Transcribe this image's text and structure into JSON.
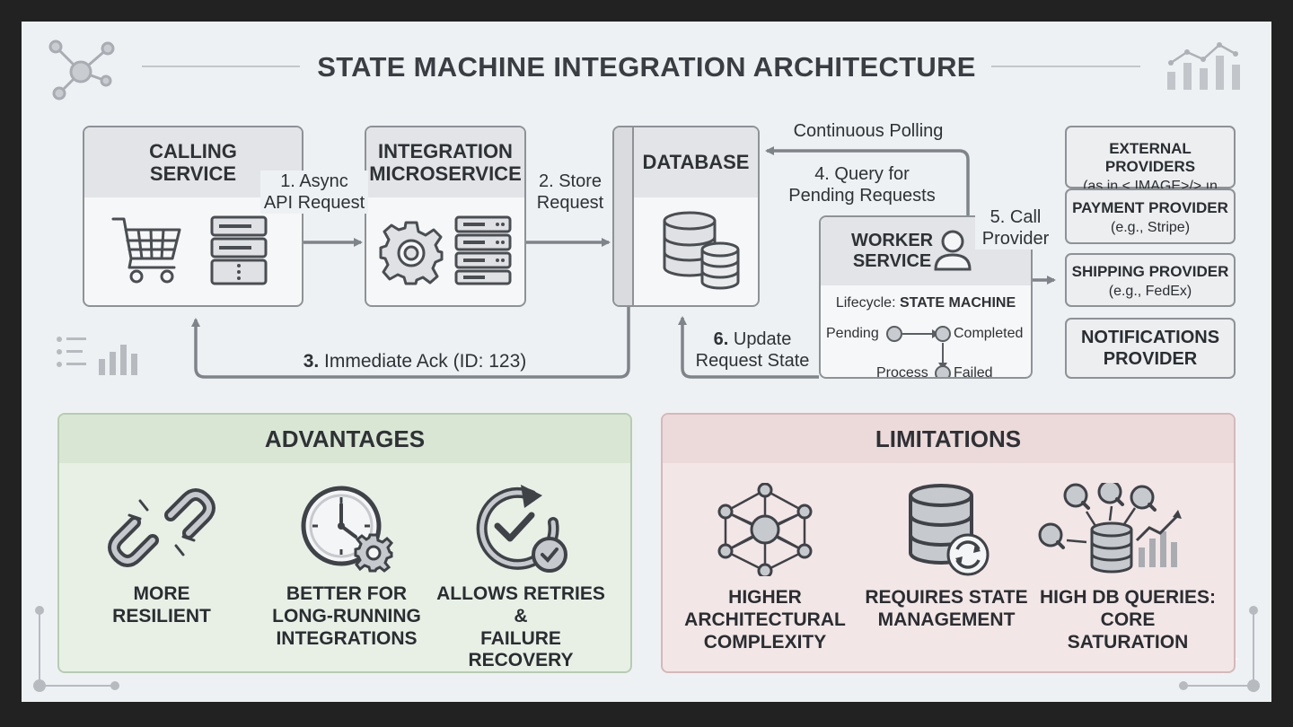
{
  "title": "STATE MACHINE INTEGRATION ARCHITECTURE",
  "components": {
    "calling_service": "CALLING\nSERVICE",
    "integration_microservice": "INTEGRATION\nMICROSERVICE",
    "database": "DATABASE",
    "worker_service": "WORKER\nSERVICE",
    "lifecycle_prefix": "Lifecycle: ",
    "lifecycle_value": "STATE MACHINE"
  },
  "states": {
    "pending": "Pending",
    "completed": "Completed",
    "process": "Process",
    "failed": "Failed"
  },
  "flows": {
    "step1": "1. Async\nAPI Request",
    "step2": "2. Store\nRequest",
    "step3_num": "3.",
    "step3_text": " Immediate Ack (ID: 123)",
    "continuous_polling": "Continuous Polling",
    "step4": "4. Query for\nPending Requests",
    "step5": "5. Call\nProvider",
    "step6_num": "6.",
    "step6_text": " Update\nRequest State"
  },
  "providers": {
    "external_title": "EXTERNAL PROVIDERS",
    "external_sub": "(as in < IMAGE>/> ın",
    "payment_title": "PAYMENT PROVIDER",
    "payment_sub": "(e.g., Stripe)",
    "shipping_title": "SHIPPING PROVIDER",
    "shipping_sub": "(e.g., FedEx)",
    "notifications_title": "NOTIFICATIONS\nPROVIDER"
  },
  "advantages": {
    "title": "ADVANTAGES",
    "items": [
      {
        "icon": "broken-chain-icon",
        "label": "MORE\nRESILIENT"
      },
      {
        "icon": "clock-gear-icon",
        "label": "BETTER FOR\nLONG-RUNNING\nINTEGRATIONS"
      },
      {
        "icon": "retry-check-icon",
        "label": "ALLOWS RETRIES &\nFAILURE RECOVERY"
      }
    ]
  },
  "limitations": {
    "title": "LIMITATIONS",
    "items": [
      {
        "icon": "network-icon",
        "label": "HIGHER\nARCHITECTURAL\nCOMPLEXITY"
      },
      {
        "icon": "database-sync-icon",
        "label": "REQUIRES STATE\nMANAGEMENT"
      },
      {
        "icon": "db-queries-icon",
        "label": "HIGH DB QUERIES:\nCORE SATURATION"
      }
    ]
  },
  "colors": {
    "canvas": "#eef1f4",
    "line": "#7f848a",
    "advantages_bg": "#e8f0e6",
    "advantages_head": "#d9e6d4",
    "limitations_bg": "#f2e6e6",
    "limitations_head": "#ecdada"
  }
}
